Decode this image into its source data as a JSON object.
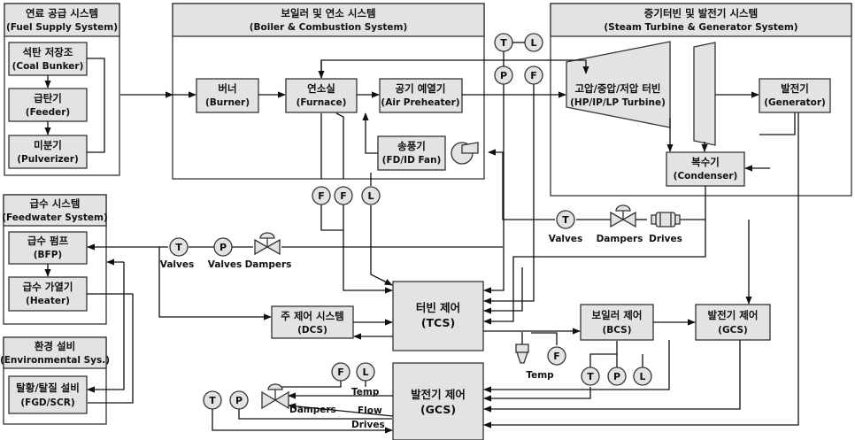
{
  "systems": {
    "fuel": {
      "title_ko": "연료 공급 시스템",
      "title_en": "(Fuel Supply System)"
    },
    "boiler": {
      "title_ko": "보일러 및 연소 시스템",
      "title_en": "(Boiler & Combustion System)"
    },
    "turbine": {
      "title_ko": "증기터빈 및 발전기 시스템",
      "title_en": "(Steam Turbine & Generator System)"
    },
    "feedwater": {
      "title_ko": "급수 시스템",
      "title_en": "(Feedwater System)"
    },
    "environmental": {
      "title_ko": "환경 설비",
      "title_en": "(Environmental Sys.)"
    }
  },
  "components": {
    "coal_bunker": {
      "ko": "석탄 저장조",
      "en": "(Coal Bunker)"
    },
    "feeder": {
      "ko": "급탄기",
      "en": "(Feeder)"
    },
    "pulverizer": {
      "ko": "미분기",
      "en": "(Pulverizer)"
    },
    "burner": {
      "ko": "버너",
      "en": "(Burner)"
    },
    "furnace": {
      "ko": "연소실",
      "en": "(Furnace)"
    },
    "air_preheater": {
      "ko": "공기 예열기",
      "en": "(Air Preheater)"
    },
    "fan": {
      "ko": "송풍기",
      "en": "(FD/ID Fan)"
    },
    "turbine": {
      "ko": "고압/중압/저압 터빈",
      "en": "(HP/IP/LP Turbine)"
    },
    "generator": {
      "ko": "발전기",
      "en": "(Generator)"
    },
    "condenser": {
      "ko": "복수기",
      "en": "(Condenser)"
    },
    "bfp": {
      "ko": "급수 펌프",
      "en": "(BFP)"
    },
    "heater": {
      "ko": "급수 가열기",
      "en": "(Heater)"
    },
    "fgd": {
      "ko": "탈황/탈질 설비",
      "en": "(FGD/SCR)"
    }
  },
  "controllers": {
    "tcs": {
      "ko": "터빈 제어",
      "en": "(TCS)"
    },
    "dcs": {
      "ko": "주 제어 시스템",
      "en": "(DCS)"
    },
    "bcs": {
      "ko": "보일러 제어",
      "en": "(BCS)"
    },
    "gcs_right": {
      "ko": "발전기 제어",
      "en": "(GCS)"
    },
    "gcs_main": {
      "ko": "발전기 제어",
      "en": "(GCS)"
    }
  },
  "instruments": {
    "T": "T",
    "P": "P",
    "L": "L",
    "F": "F"
  },
  "labels": {
    "valves": "Valves",
    "dampers": "Dampers",
    "drives": "Drives",
    "temp": "Temp",
    "flow": "Flow"
  }
}
